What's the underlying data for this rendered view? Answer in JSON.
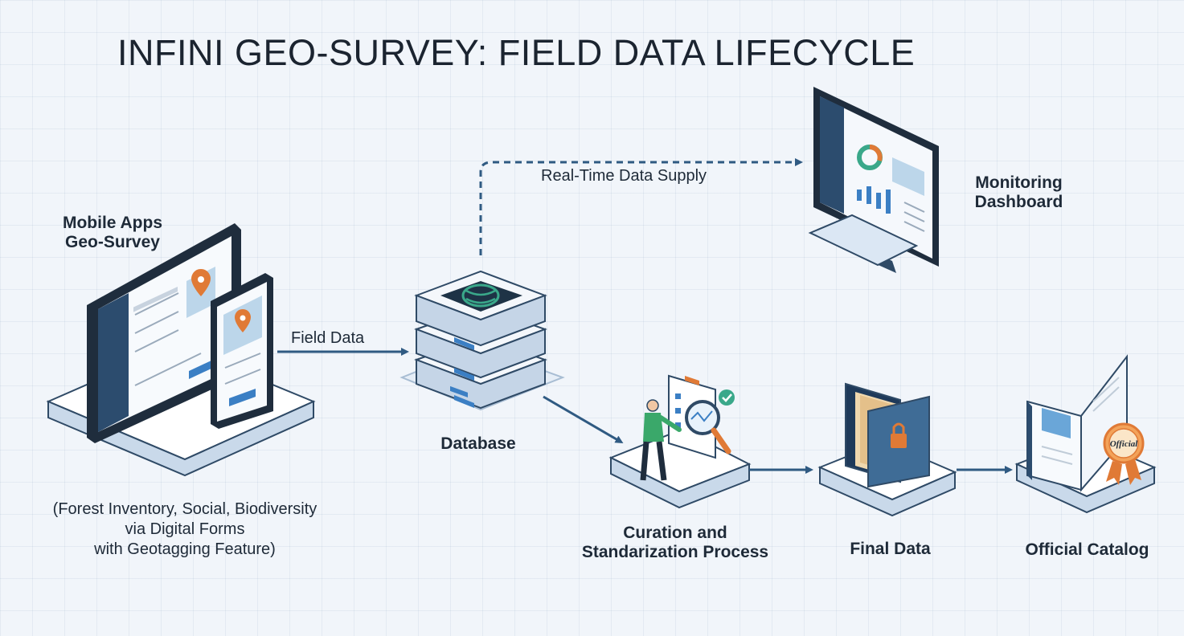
{
  "title": "INFINI GEO-SURVEY: FIELD DATA LIFECYCLE",
  "nodes": {
    "mobile": {
      "line1": "Mobile Apps",
      "line2": "Geo-Survey"
    },
    "mobile_desc": {
      "line1": "(Forest Inventory, Social, Biodiversity",
      "line2": "via Digital Forms",
      "line3": "with Geotagging Feature)"
    },
    "database": {
      "label": "Database"
    },
    "dashboard": {
      "line1": "Monitoring",
      "line2": "Dashboard"
    },
    "curation": {
      "line1": "Curation and",
      "line2": "Standarization Process"
    },
    "final": {
      "label": "Final Data"
    },
    "catalog": {
      "label": "Official Catalog",
      "seal_text": "Official"
    }
  },
  "flows": {
    "field_data": "Field Data",
    "realtime": "Real-Time Data Supply"
  },
  "colors": {
    "arrow": "#2f5a82",
    "platform": "#dbe7f4",
    "device": "#1f2d3d",
    "pin": "#e07a36",
    "db_glow": "#3aa88a"
  }
}
